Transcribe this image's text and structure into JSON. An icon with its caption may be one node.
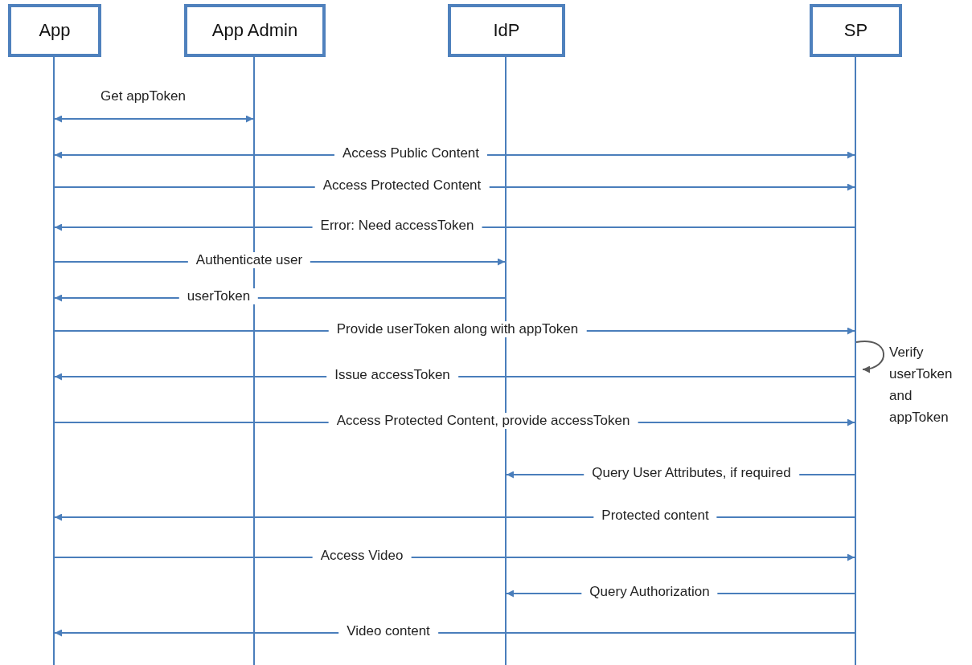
{
  "diagram": {
    "nodes": [
      {
        "text": [
          "App"
        ]
      },
      {
        "text": [
          "App Admin"
        ]
      },
      {
        "text": [
          "IdP"
        ]
      },
      {
        "text": [
          "SP"
        ]
      },
      {
        "text": [],
        "shape": "line"
      },
      {
        "text": [],
        "shape": "line"
      },
      {
        "text": [],
        "shape": "line"
      },
      {
        "text": [],
        "shape": "line"
      }
    ],
    "edges": [
      {
        "from": 4,
        "to": 5,
        "arrow": "both",
        "label": "Get appToken"
      },
      {
        "from": 4,
        "to": 7,
        "arrow": "both",
        "label": "Access Public Content"
      },
      {
        "from": 4,
        "to": 7,
        "arrow": "to",
        "label": "Access Protected Content"
      },
      {
        "from": 7,
        "to": 4,
        "arrow": "to",
        "label": "Error: Need accessToken"
      },
      {
        "from": 4,
        "to": 6,
        "arrow": "to",
        "label": "Authenticate user"
      },
      {
        "from": 6,
        "to": 4,
        "arrow": "to",
        "label": "userToken"
      },
      {
        "from": 4,
        "to": 7,
        "arrow": "to",
        "label": "Provide userToken along with appToken"
      },
      {
        "from": 7,
        "to": 7,
        "arrow": "to",
        "label": "Verify userToken and appToken",
        "color": "#595959"
      },
      {
        "from": 7,
        "to": 4,
        "arrow": "to",
        "label": "Issue accessToken"
      },
      {
        "from": 4,
        "to": 7,
        "arrow": "to",
        "label": "Access Protected Content, provide accessToken"
      },
      {
        "from": 7,
        "to": 6,
        "arrow": "to",
        "label": "Query User Attributes, if required"
      },
      {
        "from": 7,
        "to": 4,
        "arrow": "to",
        "label": "Protected content"
      },
      {
        "from": 4,
        "to": 7,
        "arrow": "to",
        "label": "Access Video"
      },
      {
        "from": 7,
        "to": 6,
        "arrow": "to",
        "label": "Query Authorization"
      },
      {
        "from": 7,
        "to": 4,
        "arrow": "to",
        "label": "Video content"
      }
    ]
  }
}
